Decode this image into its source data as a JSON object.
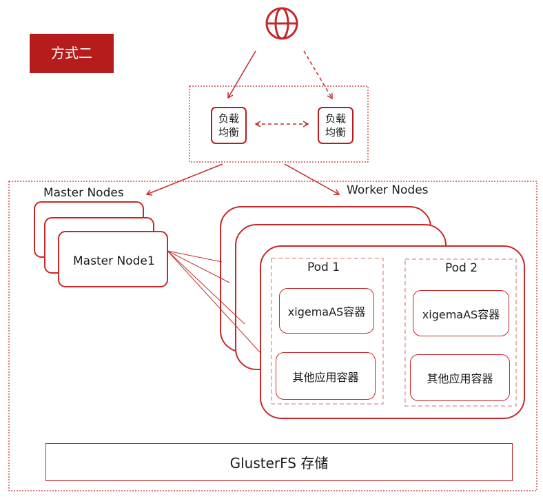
{
  "badge": "方式二",
  "load_balancers": [
    {
      "line1": "负载",
      "line2": "均衡"
    },
    {
      "line1": "负载",
      "line2": "均衡"
    }
  ],
  "master": {
    "group_label": "Master Nodes",
    "node_label": "Master Node1"
  },
  "worker": {
    "group_label": "Worker Nodes"
  },
  "pods": [
    {
      "label": "Pod 1",
      "containers": [
        "xigemaAS容器",
        "其他应用容器"
      ]
    },
    {
      "label": "Pod 2",
      "containers": [
        "xigemaAS容器",
        "其他应用容器"
      ]
    }
  ],
  "storage": "GlusterFS 存储",
  "colors": {
    "accent": "#b71c1c",
    "line": "#c62828"
  },
  "icons": {
    "internet": "globe-icon"
  }
}
